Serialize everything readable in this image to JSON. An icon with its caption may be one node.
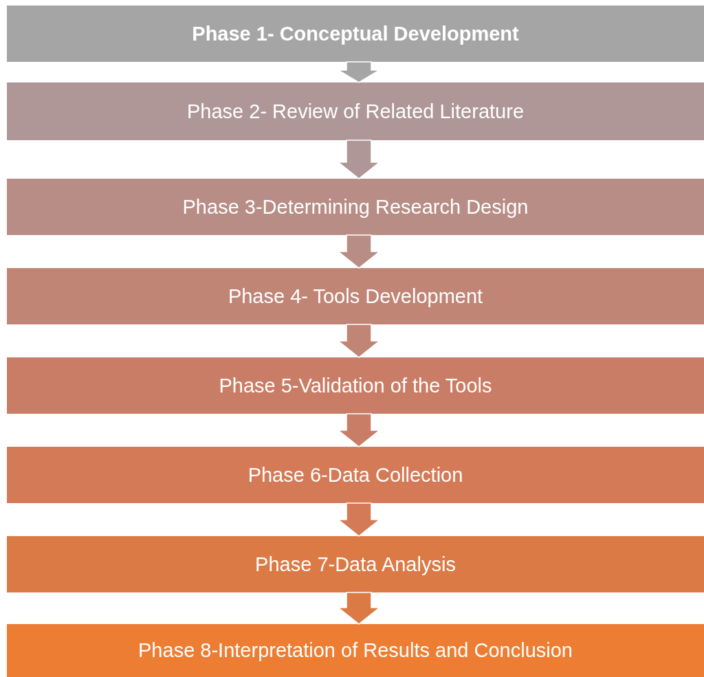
{
  "diagram": {
    "nodes": [
      {
        "text": [
          "Phase 1- Conceptual Development"
        ]
      },
      {
        "text": [
          "Phase 2- Review of Related Literature"
        ]
      },
      {
        "text": [
          "Phase 3-Determining Research Design"
        ]
      },
      {
        "text": [
          "Phase 4- Tools Development"
        ]
      },
      {
        "text": [
          "Phase 5-Validation of the Tools"
        ]
      },
      {
        "text": [
          "Phase 6-Data Collection"
        ]
      },
      {
        "text": [
          "Phase 7-Data Analysis"
        ]
      },
      {
        "text": [
          "Phase 8-Interpretation of Results and Conclusion"
        ]
      }
    ],
    "edges": [
      {
        "from": 0,
        "to": 1,
        "arrow": "to"
      },
      {
        "from": 1,
        "to": 2,
        "arrow": "to"
      },
      {
        "from": 2,
        "to": 3,
        "arrow": "to"
      },
      {
        "from": 3,
        "to": 4,
        "arrow": "to"
      },
      {
        "from": 4,
        "to": 5,
        "arrow": "to"
      },
      {
        "from": 5,
        "to": 6,
        "arrow": "to"
      },
      {
        "from": 6,
        "to": 7,
        "arrow": "to"
      }
    ]
  }
}
